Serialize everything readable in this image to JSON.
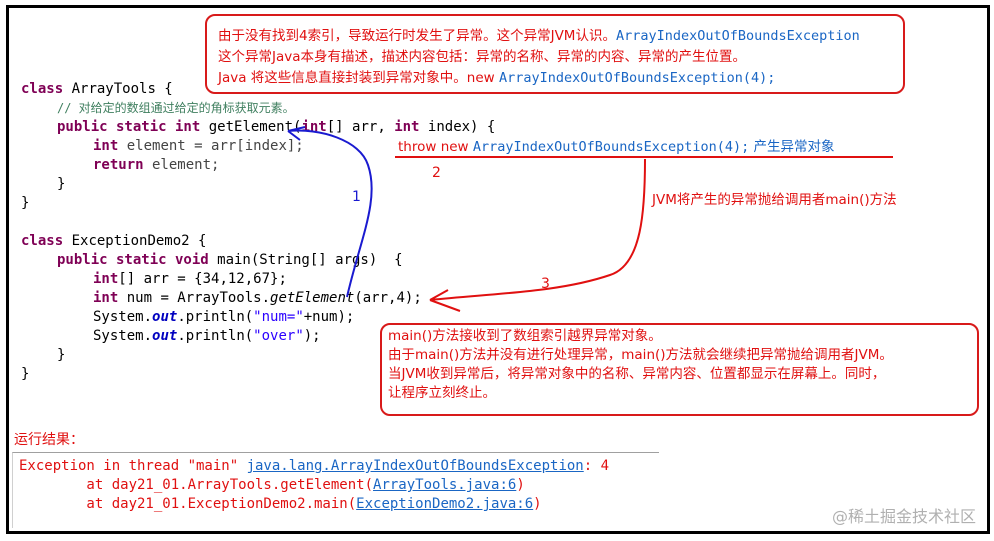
{
  "code": {
    "class1": {
      "decl_kw": "class",
      "decl_name": " ArrayTools {",
      "comment": "// 对给定的数组通过给定的角标获取元素。",
      "method_kw": "public static int",
      "method_sig_a": " getElement(",
      "method_sig_kw1": "int",
      "method_sig_b": "[] arr, ",
      "method_sig_kw2": "int",
      "method_sig_c": " index) {",
      "line_elem_kw": "int",
      "line_elem_rest": " element = arr[index];",
      "line_return_kw": "return",
      "line_return_rest": " element;",
      "close_inner": "}",
      "close_outer": "}"
    },
    "class2": {
      "decl_kw": "class",
      "decl_name": " ExceptionDemo2 {",
      "main_kw": "public static void",
      "main_sig": " main(String[] args)  {",
      "arr_kw": "int",
      "arr_rest": "[] arr = {34,12,67};",
      "num_kw": "int",
      "num_a": " num = ArrayTools.",
      "num_call": "getElement",
      "num_b": "(arr,4);",
      "print1_a": "System.",
      "print1_out": "out",
      "print1_b": ".println(",
      "print1_str": "\"num=\"",
      "print1_c": "+num);",
      "print2_a": "System.",
      "print2_out": "out",
      "print2_b": ".println(",
      "print2_str": "\"over\"",
      "print2_c": ");",
      "close_inner": "}",
      "close_outer": "}"
    }
  },
  "annotations": {
    "top_box": {
      "line1_cn": "由于没有找到4索引，导致运行时发生了异常。这个异常JVM认识。",
      "line1_code": "ArrayIndexOutOfBoundsException",
      "line2": "这个异常Java本身有描述，描述内容包括：异常的名称、异常的内容、异常的产生位置。",
      "line3_cn": "Java 将这些信息直接封装到异常对象中。new ",
      "line3_code": "ArrayIndexOutOfBoundsException(4);"
    },
    "throw_line": {
      "prefix": "throw new ",
      "code": "ArrayIndexOutOfBoundsException(4);",
      "suffix": " 产生异常对象"
    },
    "jvm_throw": "JVM将产生的异常抛给调用者main()方法",
    "bottom_box": {
      "line1": "main()方法接收到了数组索引越界异常对象。",
      "line2": "由于main()方法并没有进行处理异常，main()方法就会继续把异常抛给调用者JVM。",
      "line3": "当JVM收到异常后，将异常对象中的名称、异常内容、位置都显示在屏幕上。同时，",
      "line4": "让程序立刻终止。"
    },
    "step_labels": [
      "1",
      "2",
      "3"
    ]
  },
  "result": {
    "title": "运行结果：",
    "line1_prefix": "Exception in thread \"main\" ",
    "line1_link": "java.lang.ArrayIndexOutOfBoundsException",
    "line1_suffix": ": 4",
    "line2_prefix": "        at day21_01.ArrayTools.getElement(",
    "line2_link": "ArrayTools.java:6",
    "line2_suffix": ")",
    "line3_prefix": "        at day21_01.ExceptionDemo2.main(",
    "line3_link": "ExceptionDemo2.java:6",
    "line3_suffix": ")"
  },
  "watermark": "@稀土掘金技术社区",
  "colors": {
    "annotation_red": "#e01010",
    "arrow_blue": "#1a1ad0",
    "code_blue": "#1a66c4",
    "keyword": "#7f0055"
  }
}
